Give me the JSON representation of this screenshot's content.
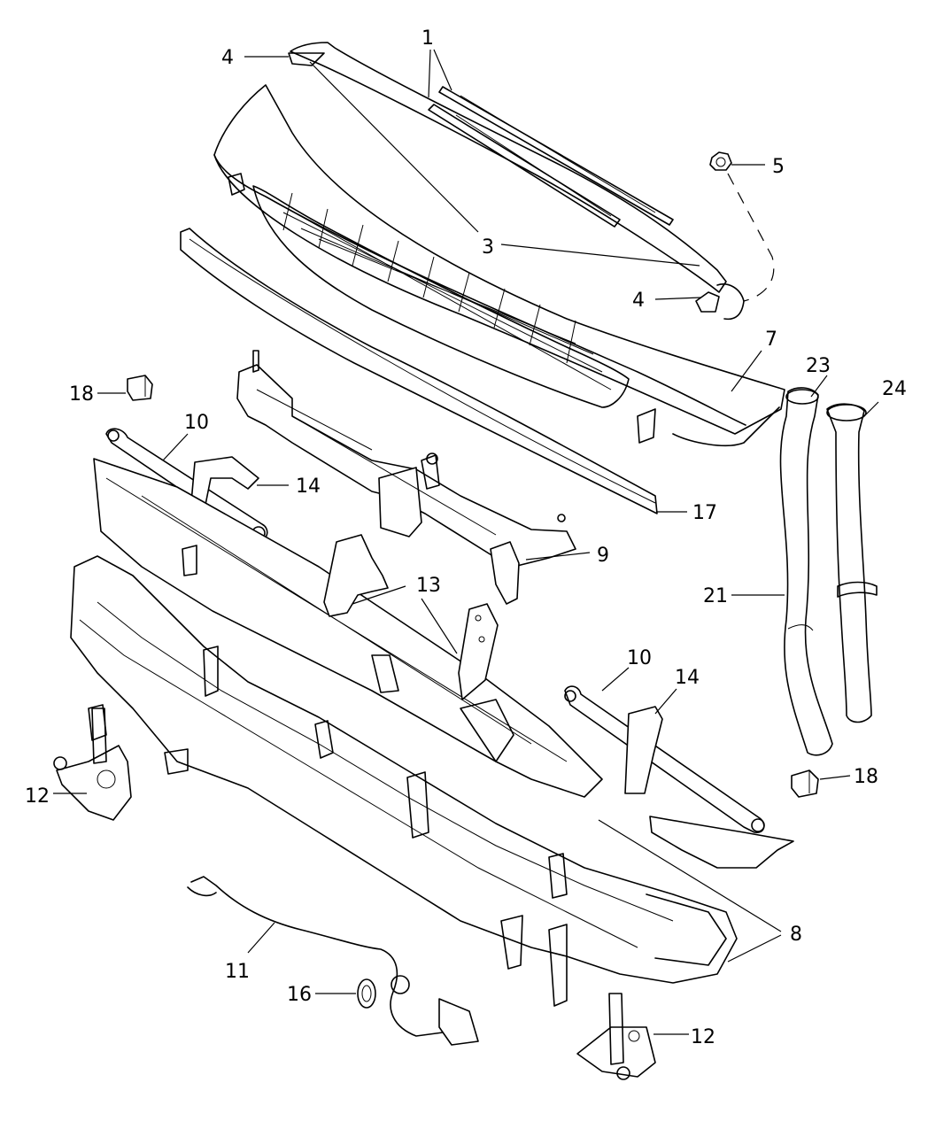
{
  "diagram": {
    "callouts": [
      {
        "id": "c1",
        "label": "1"
      },
      {
        "id": "c3a",
        "label": "3"
      },
      {
        "id": "c4a",
        "label": "4"
      },
      {
        "id": "c4b",
        "label": "4"
      },
      {
        "id": "c5",
        "label": "5"
      },
      {
        "id": "c7",
        "label": "7"
      },
      {
        "id": "c8",
        "label": "8"
      },
      {
        "id": "c9",
        "label": "9"
      },
      {
        "id": "c10a",
        "label": "10"
      },
      {
        "id": "c10b",
        "label": "10"
      },
      {
        "id": "c11",
        "label": "11"
      },
      {
        "id": "c12a",
        "label": "12"
      },
      {
        "id": "c12b",
        "label": "12"
      },
      {
        "id": "c13",
        "label": "13"
      },
      {
        "id": "c14a",
        "label": "14"
      },
      {
        "id": "c14b",
        "label": "14"
      },
      {
        "id": "c16",
        "label": "16"
      },
      {
        "id": "c17",
        "label": "17"
      },
      {
        "id": "c18a",
        "label": "18"
      },
      {
        "id": "c18b",
        "label": "18"
      },
      {
        "id": "c21",
        "label": "21"
      },
      {
        "id": "c23",
        "label": "23"
      },
      {
        "id": "c24",
        "label": "24"
      }
    ]
  }
}
